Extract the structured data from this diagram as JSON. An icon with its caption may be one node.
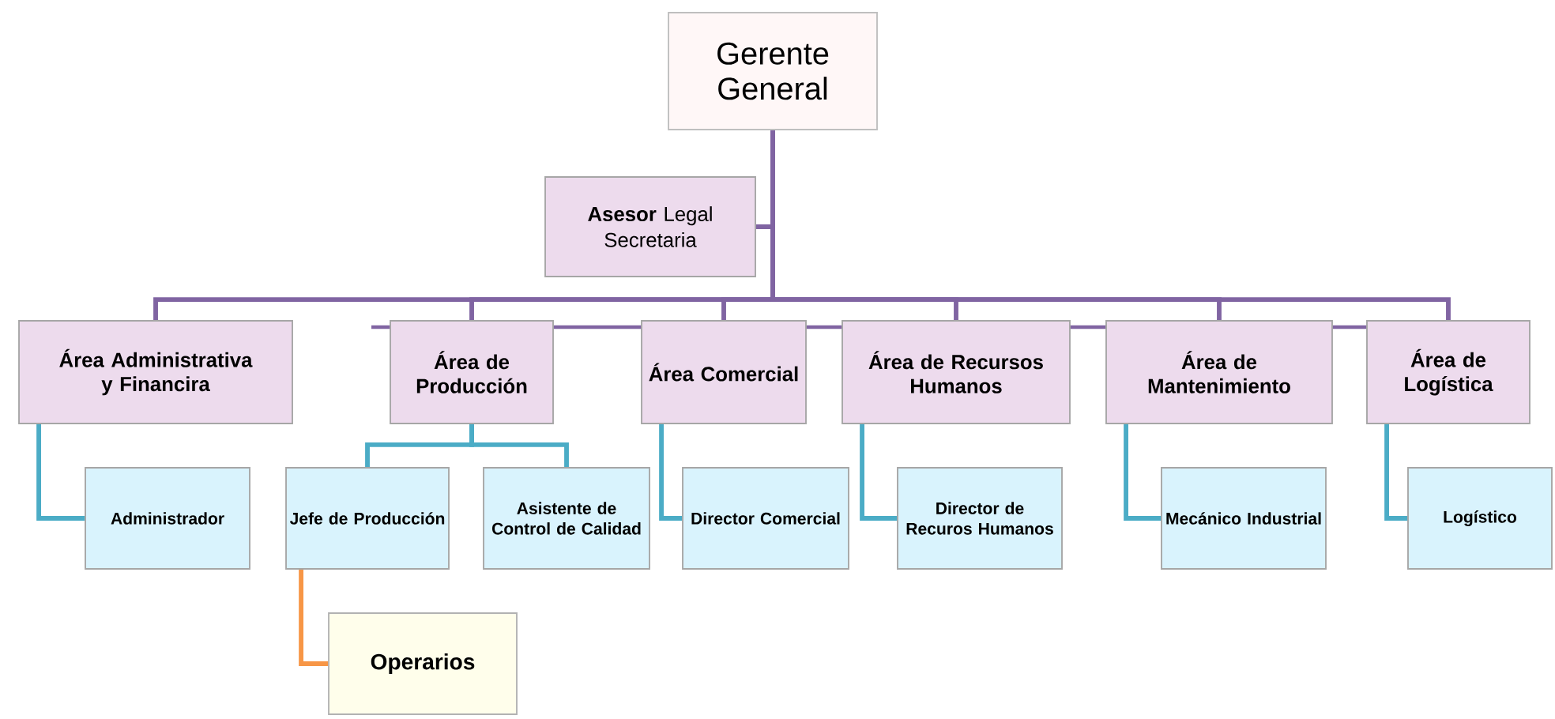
{
  "diagram": {
    "nodes": [
      {
        "text": [
          "Gerente General"
        ]
      },
      {
        "text": [
          "**Asesor** Legal Secretaria"
        ]
      },
      {
        "text": [
          "Área Administrativa y Financira"
        ]
      },
      {
        "text": [
          "Área de Producción"
        ]
      },
      {
        "text": [
          "Área Comercial"
        ]
      },
      {
        "text": [
          "Área de Recursos Humanos"
        ]
      },
      {
        "text": [
          "Área de Mantenimiento"
        ]
      },
      {
        "text": [
          "Área de Logística"
        ]
      },
      {
        "text": [
          "Administrador"
        ]
      },
      {
        "text": [
          "Jefe de Producción"
        ]
      },
      {
        "text": [
          "Asistente de Control de Calidad"
        ]
      },
      {
        "text": [
          "Director Comercial"
        ]
      },
      {
        "text": [
          "Director de Recuros Humanos"
        ]
      },
      {
        "text": [
          "Mecánico Industrial"
        ]
      },
      {
        "text": [
          "Logístico"
        ]
      },
      {
        "text": [
          "Operarios"
        ]
      }
    ],
    "edges": [
      {
        "from": 0,
        "to": 1,
        "arrow": "none"
      },
      {
        "from": 0,
        "to": 2,
        "arrow": "none"
      },
      {
        "from": 0,
        "to": 3,
        "arrow": "none"
      },
      {
        "from": 0,
        "to": 4,
        "arrow": "none"
      },
      {
        "from": 0,
        "to": 5,
        "arrow": "none"
      },
      {
        "from": 0,
        "to": 6,
        "arrow": "none"
      },
      {
        "from": 0,
        "to": 7,
        "arrow": "none"
      },
      {
        "from": 2,
        "to": 8,
        "arrow": "none",
        "color": "#4bacc6"
      },
      {
        "from": 3,
        "to": 9,
        "arrow": "none",
        "color": "#4bacc6"
      },
      {
        "from": 3,
        "to": 10,
        "arrow": "none",
        "color": "#4bacc6"
      },
      {
        "from": 4,
        "to": 11,
        "arrow": "none",
        "color": "#4bacc6"
      },
      {
        "from": 5,
        "to": 12,
        "arrow": "none",
        "color": "#4bacc6"
      },
      {
        "from": 6,
        "to": 13,
        "arrow": "none",
        "color": "#4bacc6"
      },
      {
        "from": 7,
        "to": 14,
        "arrow": "none",
        "color": "#4bacc6"
      },
      {
        "from": 9,
        "to": 15,
        "arrow": "none",
        "color": "#f79646"
      }
    ]
  }
}
